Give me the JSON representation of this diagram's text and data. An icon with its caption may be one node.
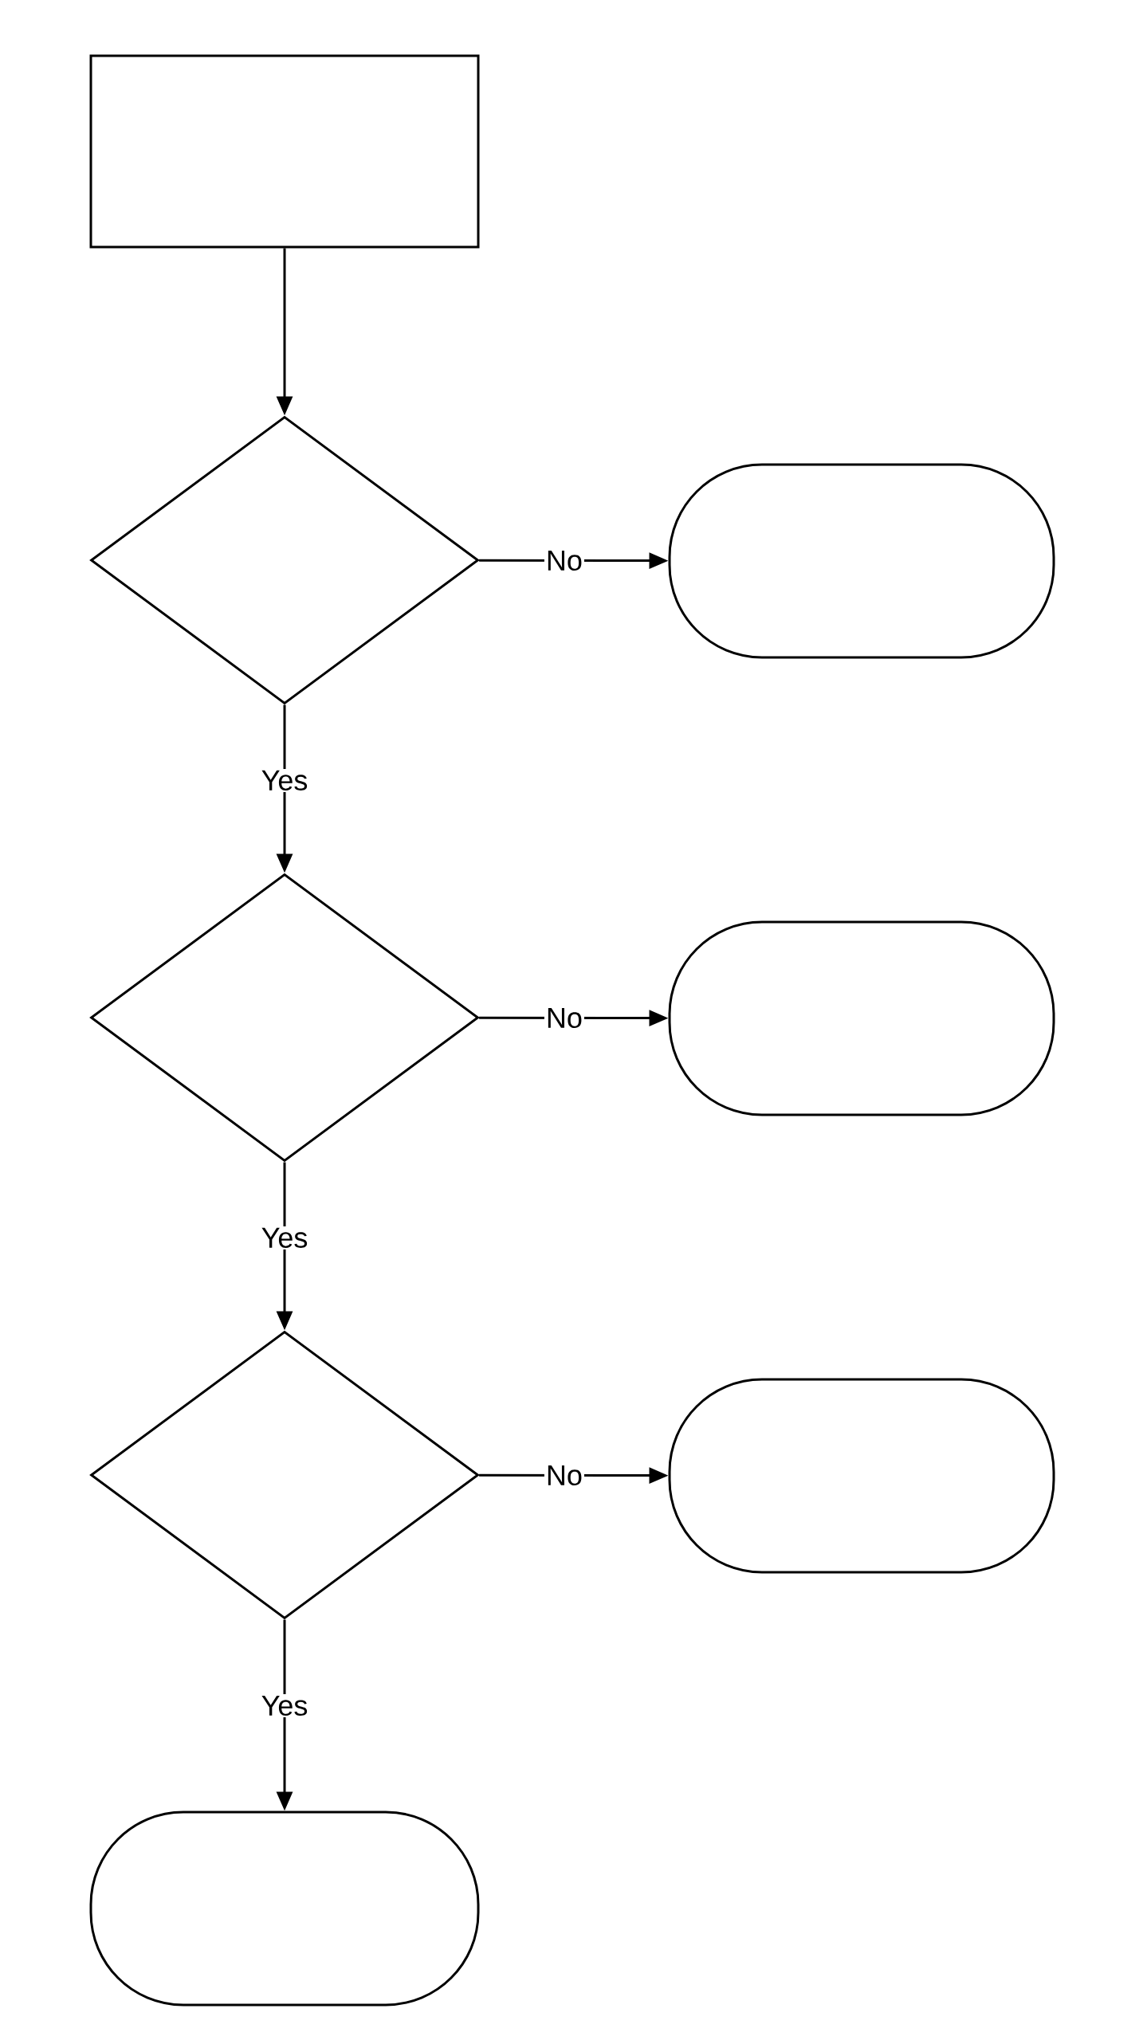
{
  "diagram": {
    "nodes": [
      {
        "text": [],
        "shape": "box"
      },
      {
        "text": [],
        "shape": "diamond"
      },
      {
        "text": [],
        "shape": "stadium"
      },
      {
        "text": [],
        "shape": "diamond"
      },
      {
        "text": [],
        "shape": "stadium"
      },
      {
        "text": [],
        "shape": "diamond"
      },
      {
        "text": [],
        "shape": "stadium"
      },
      {
        "text": [],
        "shape": "stadium"
      }
    ],
    "edges": [
      {
        "from": 0,
        "to": 1,
        "arrow": "to"
      },
      {
        "from": 1,
        "to": 2,
        "arrow": "to",
        "label": "No"
      },
      {
        "from": 1,
        "to": 3,
        "arrow": "to",
        "label": "Yes"
      },
      {
        "from": 3,
        "to": 4,
        "arrow": "to",
        "label": "No"
      },
      {
        "from": 3,
        "to": 5,
        "arrow": "to",
        "label": "Yes"
      },
      {
        "from": 5,
        "to": 6,
        "arrow": "to",
        "label": "No"
      },
      {
        "from": 5,
        "to": 7,
        "arrow": "to",
        "label": "Yes"
      }
    ]
  }
}
